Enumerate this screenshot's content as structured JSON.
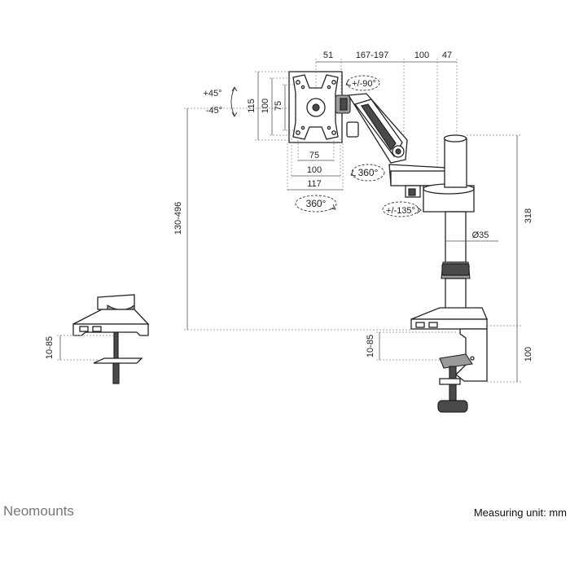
{
  "brand": "Neomounts",
  "unit_note": "Measuring unit: mm",
  "dimensions": {
    "d51": "51",
    "d167_197": "167-197",
    "d100_top": "100",
    "d47": "47",
    "d115": "115",
    "d100_v": "100",
    "d75_v": "75",
    "d75_h": "75",
    "d100_h": "100",
    "d117": "117",
    "d130_496": "130-496",
    "d318": "318",
    "d35": "Ø35",
    "d10_85_right": "10-85",
    "d100_base": "100",
    "d10_85_left": "10-85"
  },
  "rotations": {
    "tilt_up": "+45°",
    "tilt_down": "-45°",
    "swivel": "+/-90°",
    "rotate_arm": "360°",
    "rotate_plate": "360°",
    "pivot": "+/-135°"
  },
  "colors": {
    "line": "#222222",
    "dark_part": "#4a4a4a",
    "mid_part": "#9a9a9a",
    "brand_text": "#777777"
  }
}
